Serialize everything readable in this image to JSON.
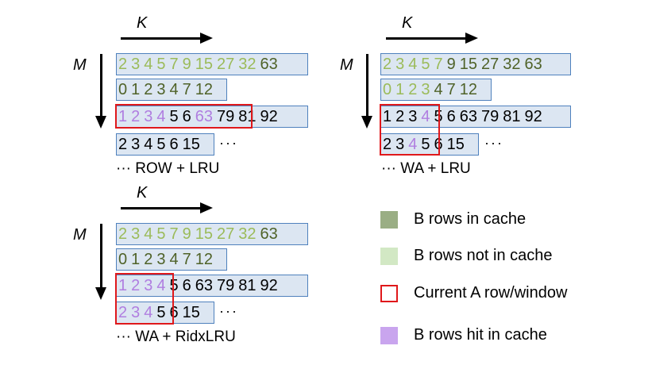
{
  "panels": [
    {
      "k_label": "K",
      "m_label": "M",
      "rows": [
        [
          {
            "t": "2",
            "c": "light"
          },
          {
            "t": "3",
            "c": "light"
          },
          {
            "t": "4",
            "c": "light"
          },
          {
            "t": "5",
            "c": "light"
          },
          {
            "t": "7",
            "c": "light"
          },
          {
            "t": "9",
            "c": "light"
          },
          {
            "t": "15",
            "c": "light"
          },
          {
            "t": "27",
            "c": "light"
          },
          {
            "t": "32",
            "c": "light"
          },
          {
            "t": "63",
            "c": "dark"
          }
        ],
        [
          {
            "t": "0",
            "c": "dark"
          },
          {
            "t": "1",
            "c": "dark"
          },
          {
            "t": "2",
            "c": "dark"
          },
          {
            "t": "3",
            "c": "dark"
          },
          {
            "t": "4",
            "c": "dark"
          },
          {
            "t": "7",
            "c": "dark"
          },
          {
            "t": "12",
            "c": "dark"
          }
        ],
        [
          {
            "t": "1",
            "c": "purple"
          },
          {
            "t": "2",
            "c": "purple"
          },
          {
            "t": "3",
            "c": "purple"
          },
          {
            "t": "4",
            "c": "purple"
          },
          {
            "t": "5",
            "c": "black"
          },
          {
            "t": "6",
            "c": "black"
          },
          {
            "t": "63",
            "c": "purple"
          },
          {
            "t": "79",
            "c": "black"
          },
          {
            "t": "81",
            "c": "black"
          },
          {
            "t": "92",
            "c": "black"
          }
        ],
        [
          {
            "t": "2",
            "c": "black"
          },
          {
            "t": "3",
            "c": "black"
          },
          {
            "t": "4",
            "c": "black"
          },
          {
            "t": "5",
            "c": "black"
          },
          {
            "t": "6",
            "c": "black"
          },
          {
            "t": "15",
            "c": "black"
          }
        ]
      ],
      "trailing_ellipsis": "···",
      "caption": "···  ROW + LRU"
    },
    {
      "k_label": "K",
      "m_label": "M",
      "rows": [
        [
          {
            "t": "2",
            "c": "light"
          },
          {
            "t": "3",
            "c": "light"
          },
          {
            "t": "4",
            "c": "light"
          },
          {
            "t": "5",
            "c": "light"
          },
          {
            "t": "7",
            "c": "light"
          },
          {
            "t": "9",
            "c": "dark"
          },
          {
            "t": "15",
            "c": "dark"
          },
          {
            "t": "27",
            "c": "dark"
          },
          {
            "t": "32",
            "c": "dark"
          },
          {
            "t": "63",
            "c": "dark"
          }
        ],
        [
          {
            "t": "0",
            "c": "light"
          },
          {
            "t": "1",
            "c": "light"
          },
          {
            "t": "2",
            "c": "light"
          },
          {
            "t": "3",
            "c": "light"
          },
          {
            "t": "4",
            "c": "dark"
          },
          {
            "t": "7",
            "c": "dark"
          },
          {
            "t": "12",
            "c": "dark"
          }
        ],
        [
          {
            "t": "1",
            "c": "black"
          },
          {
            "t": "2",
            "c": "black"
          },
          {
            "t": "3",
            "c": "black"
          },
          {
            "t": "4",
            "c": "purple"
          },
          {
            "t": "5",
            "c": "black"
          },
          {
            "t": "6",
            "c": "black"
          },
          {
            "t": "63",
            "c": "black"
          },
          {
            "t": "79",
            "c": "black"
          },
          {
            "t": "81",
            "c": "black"
          },
          {
            "t": "92",
            "c": "black"
          }
        ],
        [
          {
            "t": "2",
            "c": "black"
          },
          {
            "t": "3",
            "c": "black"
          },
          {
            "t": "4",
            "c": "purple"
          },
          {
            "t": "5",
            "c": "black"
          },
          {
            "t": "6",
            "c": "black"
          },
          {
            "t": "15",
            "c": "black"
          }
        ]
      ],
      "trailing_ellipsis": "···",
      "caption": "···  WA + LRU"
    },
    {
      "k_label": "K",
      "m_label": "M",
      "rows": [
        [
          {
            "t": "2",
            "c": "light"
          },
          {
            "t": "3",
            "c": "light"
          },
          {
            "t": "4",
            "c": "light"
          },
          {
            "t": "5",
            "c": "light"
          },
          {
            "t": "7",
            "c": "light"
          },
          {
            "t": "9",
            "c": "light"
          },
          {
            "t": "15",
            "c": "light"
          },
          {
            "t": "27",
            "c": "light"
          },
          {
            "t": "32",
            "c": "light"
          },
          {
            "t": "63",
            "c": "dark"
          }
        ],
        [
          {
            "t": "0",
            "c": "dark"
          },
          {
            "t": "1",
            "c": "dark"
          },
          {
            "t": "2",
            "c": "dark"
          },
          {
            "t": "3",
            "c": "dark"
          },
          {
            "t": "4",
            "c": "dark"
          },
          {
            "t": "7",
            "c": "dark"
          },
          {
            "t": "12",
            "c": "dark"
          }
        ],
        [
          {
            "t": "1",
            "c": "purple"
          },
          {
            "t": "2",
            "c": "purple"
          },
          {
            "t": "3",
            "c": "purple"
          },
          {
            "t": "4",
            "c": "purple"
          },
          {
            "t": "5",
            "c": "black"
          },
          {
            "t": "6",
            "c": "black"
          },
          {
            "t": "63",
            "c": "black"
          },
          {
            "t": "79",
            "c": "black"
          },
          {
            "t": "81",
            "c": "black"
          },
          {
            "t": "92",
            "c": "black"
          }
        ],
        [
          {
            "t": "2",
            "c": "purple"
          },
          {
            "t": "3",
            "c": "purple"
          },
          {
            "t": "4",
            "c": "purple"
          },
          {
            "t": "5",
            "c": "black"
          },
          {
            "t": "6",
            "c": "black"
          },
          {
            "t": "15",
            "c": "black"
          }
        ]
      ],
      "trailing_ellipsis": "···",
      "caption": "···  WA + RidxLRU"
    }
  ],
  "legend": [
    {
      "label": "B rows in cache",
      "color": "#9aae84",
      "kind": "fill"
    },
    {
      "label": "B rows not in cache",
      "color": "#d2e8c4",
      "kind": "fill"
    },
    {
      "label": "Current A row/window",
      "color": "#e0181b",
      "kind": "outline"
    },
    {
      "label": "B rows hit in cache",
      "color": "#c9a5ee",
      "kind": "fill"
    }
  ],
  "colors": {
    "dark": "#4f6228",
    "light": "#9bbb59",
    "purple": "#b07ee0",
    "black": "#000000",
    "row_fill": "#dce6f2",
    "row_border": "#4f81bd",
    "highlight": "#e0181b"
  }
}
